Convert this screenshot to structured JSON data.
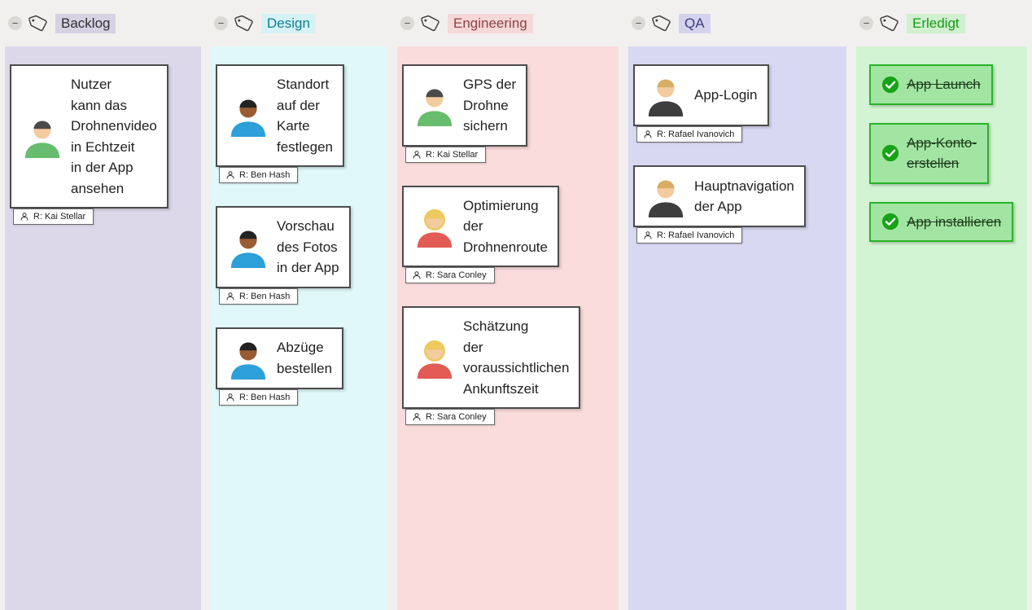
{
  "board": {
    "header": {
      "collapse_label": "−"
    },
    "columns": [
      {
        "title": "Backlog",
        "colors": {
          "body": "#dcd8ea",
          "title_bg": "#d6d2e3",
          "title_color": "#2f2f2f"
        },
        "cards": [
          {
            "title": "Nutzer\nkann das\nDrohnenvideo\nin Echtzeit\nin der App\nansehen",
            "assignee": "R: Kai Stellar",
            "avatar": "kai"
          }
        ]
      },
      {
        "title": "Design",
        "colors": {
          "body": "#e0f8fa",
          "title_bg": "#d5f2f6",
          "title_color": "#0e7f95"
        },
        "cards": [
          {
            "title": "Standort\nauf der\nKarte\nfestlegen",
            "assignee": "R: Ben Hash",
            "avatar": "ben"
          },
          {
            "title": "Vorschau\ndes Fotos\nin der App",
            "assignee": "R: Ben Hash",
            "avatar": "ben"
          },
          {
            "title": "Abzüge\nbestellen",
            "assignee": "R: Ben Hash",
            "avatar": "ben"
          }
        ]
      },
      {
        "title": "Engineering",
        "colors": {
          "body": "#fadcdc",
          "title_bg": "#f6d8d8",
          "title_color": "#8e4242"
        },
        "cards": [
          {
            "title": "GPS der\nDrohne\nsichern",
            "assignee": "R: Kai Stellar",
            "avatar": "kai"
          },
          {
            "title": "Optimierung\nder\nDrohnenroute",
            "assignee": "R: Sara Conley",
            "avatar": "sara"
          },
          {
            "title": "Schätzung\nder\nvoraussichtlichen\nAnkunftszeit",
            "assignee": "R: Sara Conley",
            "avatar": "sara"
          }
        ]
      },
      {
        "title": "QA",
        "colors": {
          "body": "#d9d8f3",
          "title_bg": "#d4d3ee",
          "title_color": "#3c3c80"
        },
        "cards": [
          {
            "title": "App-Login",
            "assignee": "R: Rafael Ivanovich",
            "avatar": "rafael"
          },
          {
            "title": "Hauptnavigation\nder App",
            "assignee": "R: Rafael Ivanovich",
            "avatar": "rafael"
          }
        ]
      },
      {
        "title": "Erledigt",
        "colors": {
          "body": "#d3f4d3",
          "title_bg": "#d0f0d0",
          "title_color": "#149b14"
        },
        "done_cards": [
          {
            "title": "App Launch"
          },
          {
            "title": "App-Konto-\nerstellen"
          },
          {
            "title": "App installieren"
          }
        ]
      }
    ]
  },
  "avatars": {
    "kai": {
      "skin": "#f3cb9e",
      "hair": "#4b4b4b",
      "hair_back": "none",
      "shirt": "#67bd6d"
    },
    "ben": {
      "skin": "#9a5c32",
      "hair": "#222222",
      "hair_back": "none",
      "shirt": "#2d9fd9"
    },
    "sara": {
      "skin": "#f3cb9e",
      "hair": "#edc95e",
      "hair_back": "#edc95e",
      "shirt": "#e25b55"
    },
    "rafael": {
      "skin": "#f3cb9e",
      "hair": "#d8ae67",
      "hair_back": "none",
      "shirt": "#3e3e3e"
    }
  },
  "done_check_color": "#17a317"
}
